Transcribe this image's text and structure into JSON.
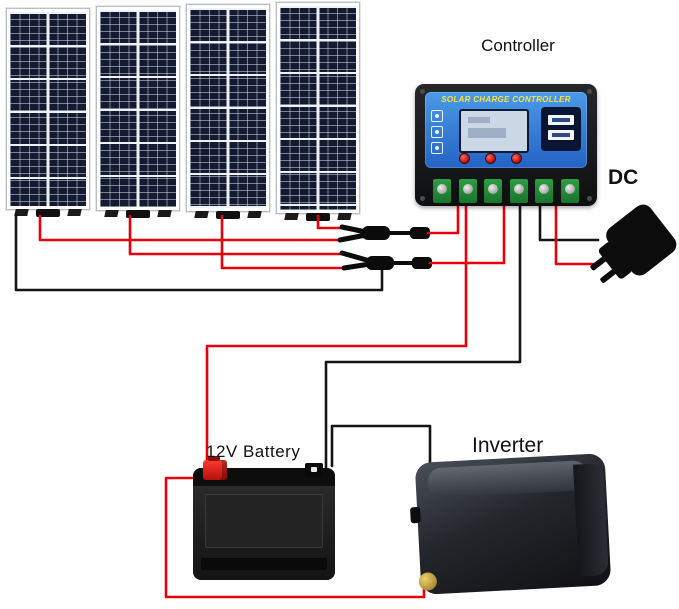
{
  "labels": {
    "controller": "Controller",
    "dc": "DC",
    "battery": "12V Battery",
    "inverter": "Inverter"
  },
  "controller": {
    "title": "SOLAR CHARGE CONTROLLER"
  },
  "colors": {
    "wire_positive": "#e8000d",
    "wire_negative": "#141414",
    "controller_face": "#2f7bd9",
    "controller_title_text": "#ffe23e",
    "panel_cells": "#141a30",
    "terminal_green": "#1d7a2e",
    "battery_terminal_red": "#d81a1a",
    "inverter_stud_gold": "#d4af37"
  },
  "icons": {
    "solar-panel-icon": "css-grid-shape",
    "y-branch-connector-icon": "svg-black-shape",
    "mc4-connector-icon": "svg-black-rect",
    "dc-plug-icon": "svg-plug-silhouette",
    "battery-icon": "css-box-shape",
    "inverter-icon": "css-box-shape",
    "usb-ports-icon": "css-shape",
    "lcd-screen-icon": "css-shape",
    "indicator-icon": "css-outline-square"
  }
}
